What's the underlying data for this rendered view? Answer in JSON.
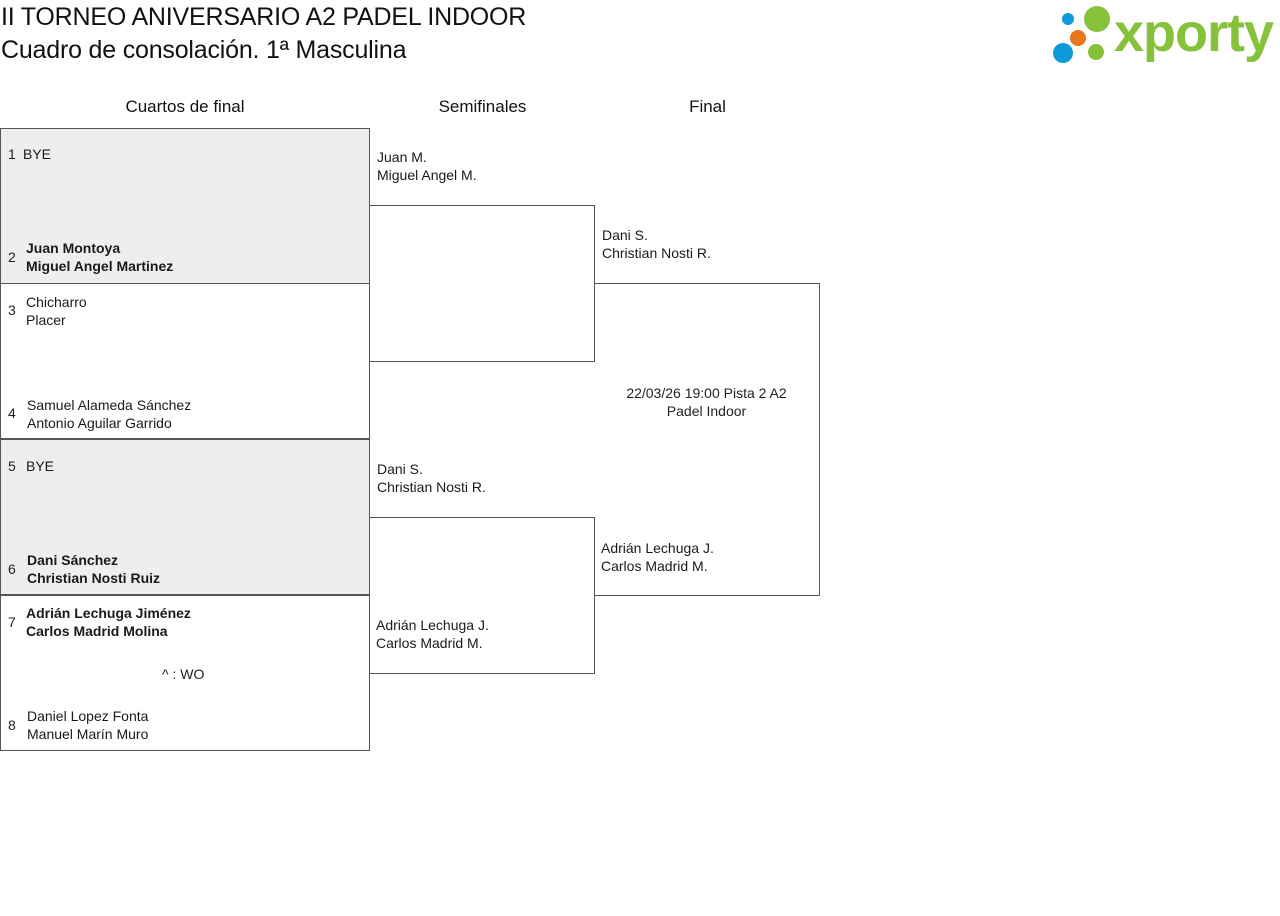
{
  "header": {
    "title": "II TORNEO ANIVERSARIO A2 PADEL INDOOR",
    "subtitle": "Cuadro de consolación. 1ª Masculina"
  },
  "logo": {
    "text": "xporty",
    "colors": {
      "green": "#86c13a",
      "orange": "#e8761b",
      "blue": "#0d9ad9"
    }
  },
  "rounds": {
    "quarters": "Cuartos de final",
    "semis": "Semifinales",
    "final": "Final"
  },
  "quarterfinals": [
    {
      "top": {
        "seed": "1",
        "line1": "BYE",
        "line2": ""
      },
      "bottom": {
        "seed": "2",
        "line1": "Juan Montoya",
        "line2": "Miguel Angel Martinez"
      },
      "note": ""
    },
    {
      "top": {
        "seed": "3",
        "line1": "Chicharro",
        "line2": "Placer"
      },
      "bottom": {
        "seed": "4",
        "line1": "Samuel Alameda Sánchez",
        "line2": "Antonio Aguilar Garrido"
      },
      "note": ""
    },
    {
      "top": {
        "seed": "5",
        "line1": "BYE",
        "line2": ""
      },
      "bottom": {
        "seed": "6",
        "line1": "Dani Sánchez",
        "line2": "Christian Nosti Ruiz"
      },
      "note": ""
    },
    {
      "top": {
        "seed": "7",
        "line1": "Adrián Lechuga Jiménez",
        "line2": "Carlos Madrid Molina"
      },
      "bottom": {
        "seed": "8",
        "line1": "Daniel Lopez Fonta",
        "line2": "Manuel Marín Muro"
      },
      "note": "^ : WO"
    }
  ],
  "semifinals": [
    {
      "top": [
        "Juan M.",
        "Miguel Angel M."
      ],
      "bottom": [
        "",
        ""
      ]
    },
    {
      "top": [
        "Dani S.",
        "Christian Nosti R."
      ],
      "bottom": [
        "Adrián Lechuga J.",
        "Carlos Madrid M."
      ]
    }
  ],
  "final": {
    "top": [
      "Dani S.",
      "Christian Nosti R."
    ],
    "bottom": [
      "Adrián Lechuga J.",
      "Carlos Madrid M."
    ],
    "info": "22/03/26 19:00 Pista 2 A2 Padel Indoor"
  }
}
